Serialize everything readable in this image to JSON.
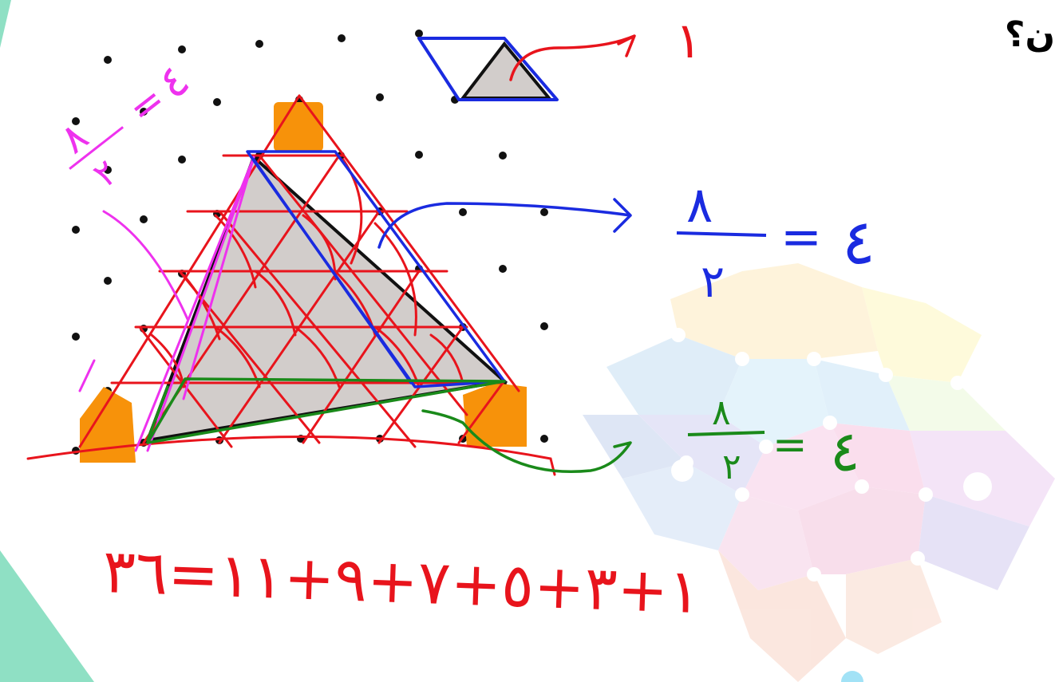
{
  "question_text": "ن؟",
  "handwritten": {
    "top_right_label": "١",
    "sum_equation": "١+٣+٥+٧+٩+١١=٣٦",
    "pink_fraction": {
      "numerator": "٨",
      "denominator": "٢",
      "result": "٤"
    },
    "blue_fraction": {
      "numerator": "٨",
      "denominator": "٢",
      "result": "٤"
    },
    "green_fraction": {
      "numerator": "٨",
      "denominator": "٢",
      "result": "٤"
    }
  },
  "colors": {
    "red_ink": "#e8141c",
    "blue_ink": "#1a2be0",
    "green_ink": "#1a8a1a",
    "pink_ink": "#ee32ee",
    "orange_fill": "#f7920a",
    "gray_fill": "#d2cdcb",
    "mint_corner": "#8fe0c4",
    "dot_color": "#111111"
  }
}
